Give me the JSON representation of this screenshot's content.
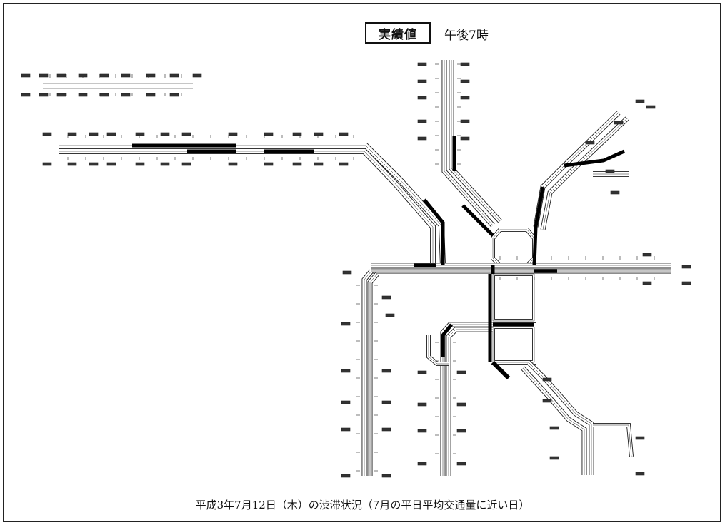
{
  "header": {
    "badge_label": "実績値",
    "time_label": "午後7時"
  },
  "caption": "平成3年7月12日（木）の渋滞状況（7月の平日平均交通量に近い日）",
  "map": {
    "colors": {
      "line": "#1a1a1a",
      "congested": "#000000",
      "road_fill": "#ffffff"
    }
  }
}
